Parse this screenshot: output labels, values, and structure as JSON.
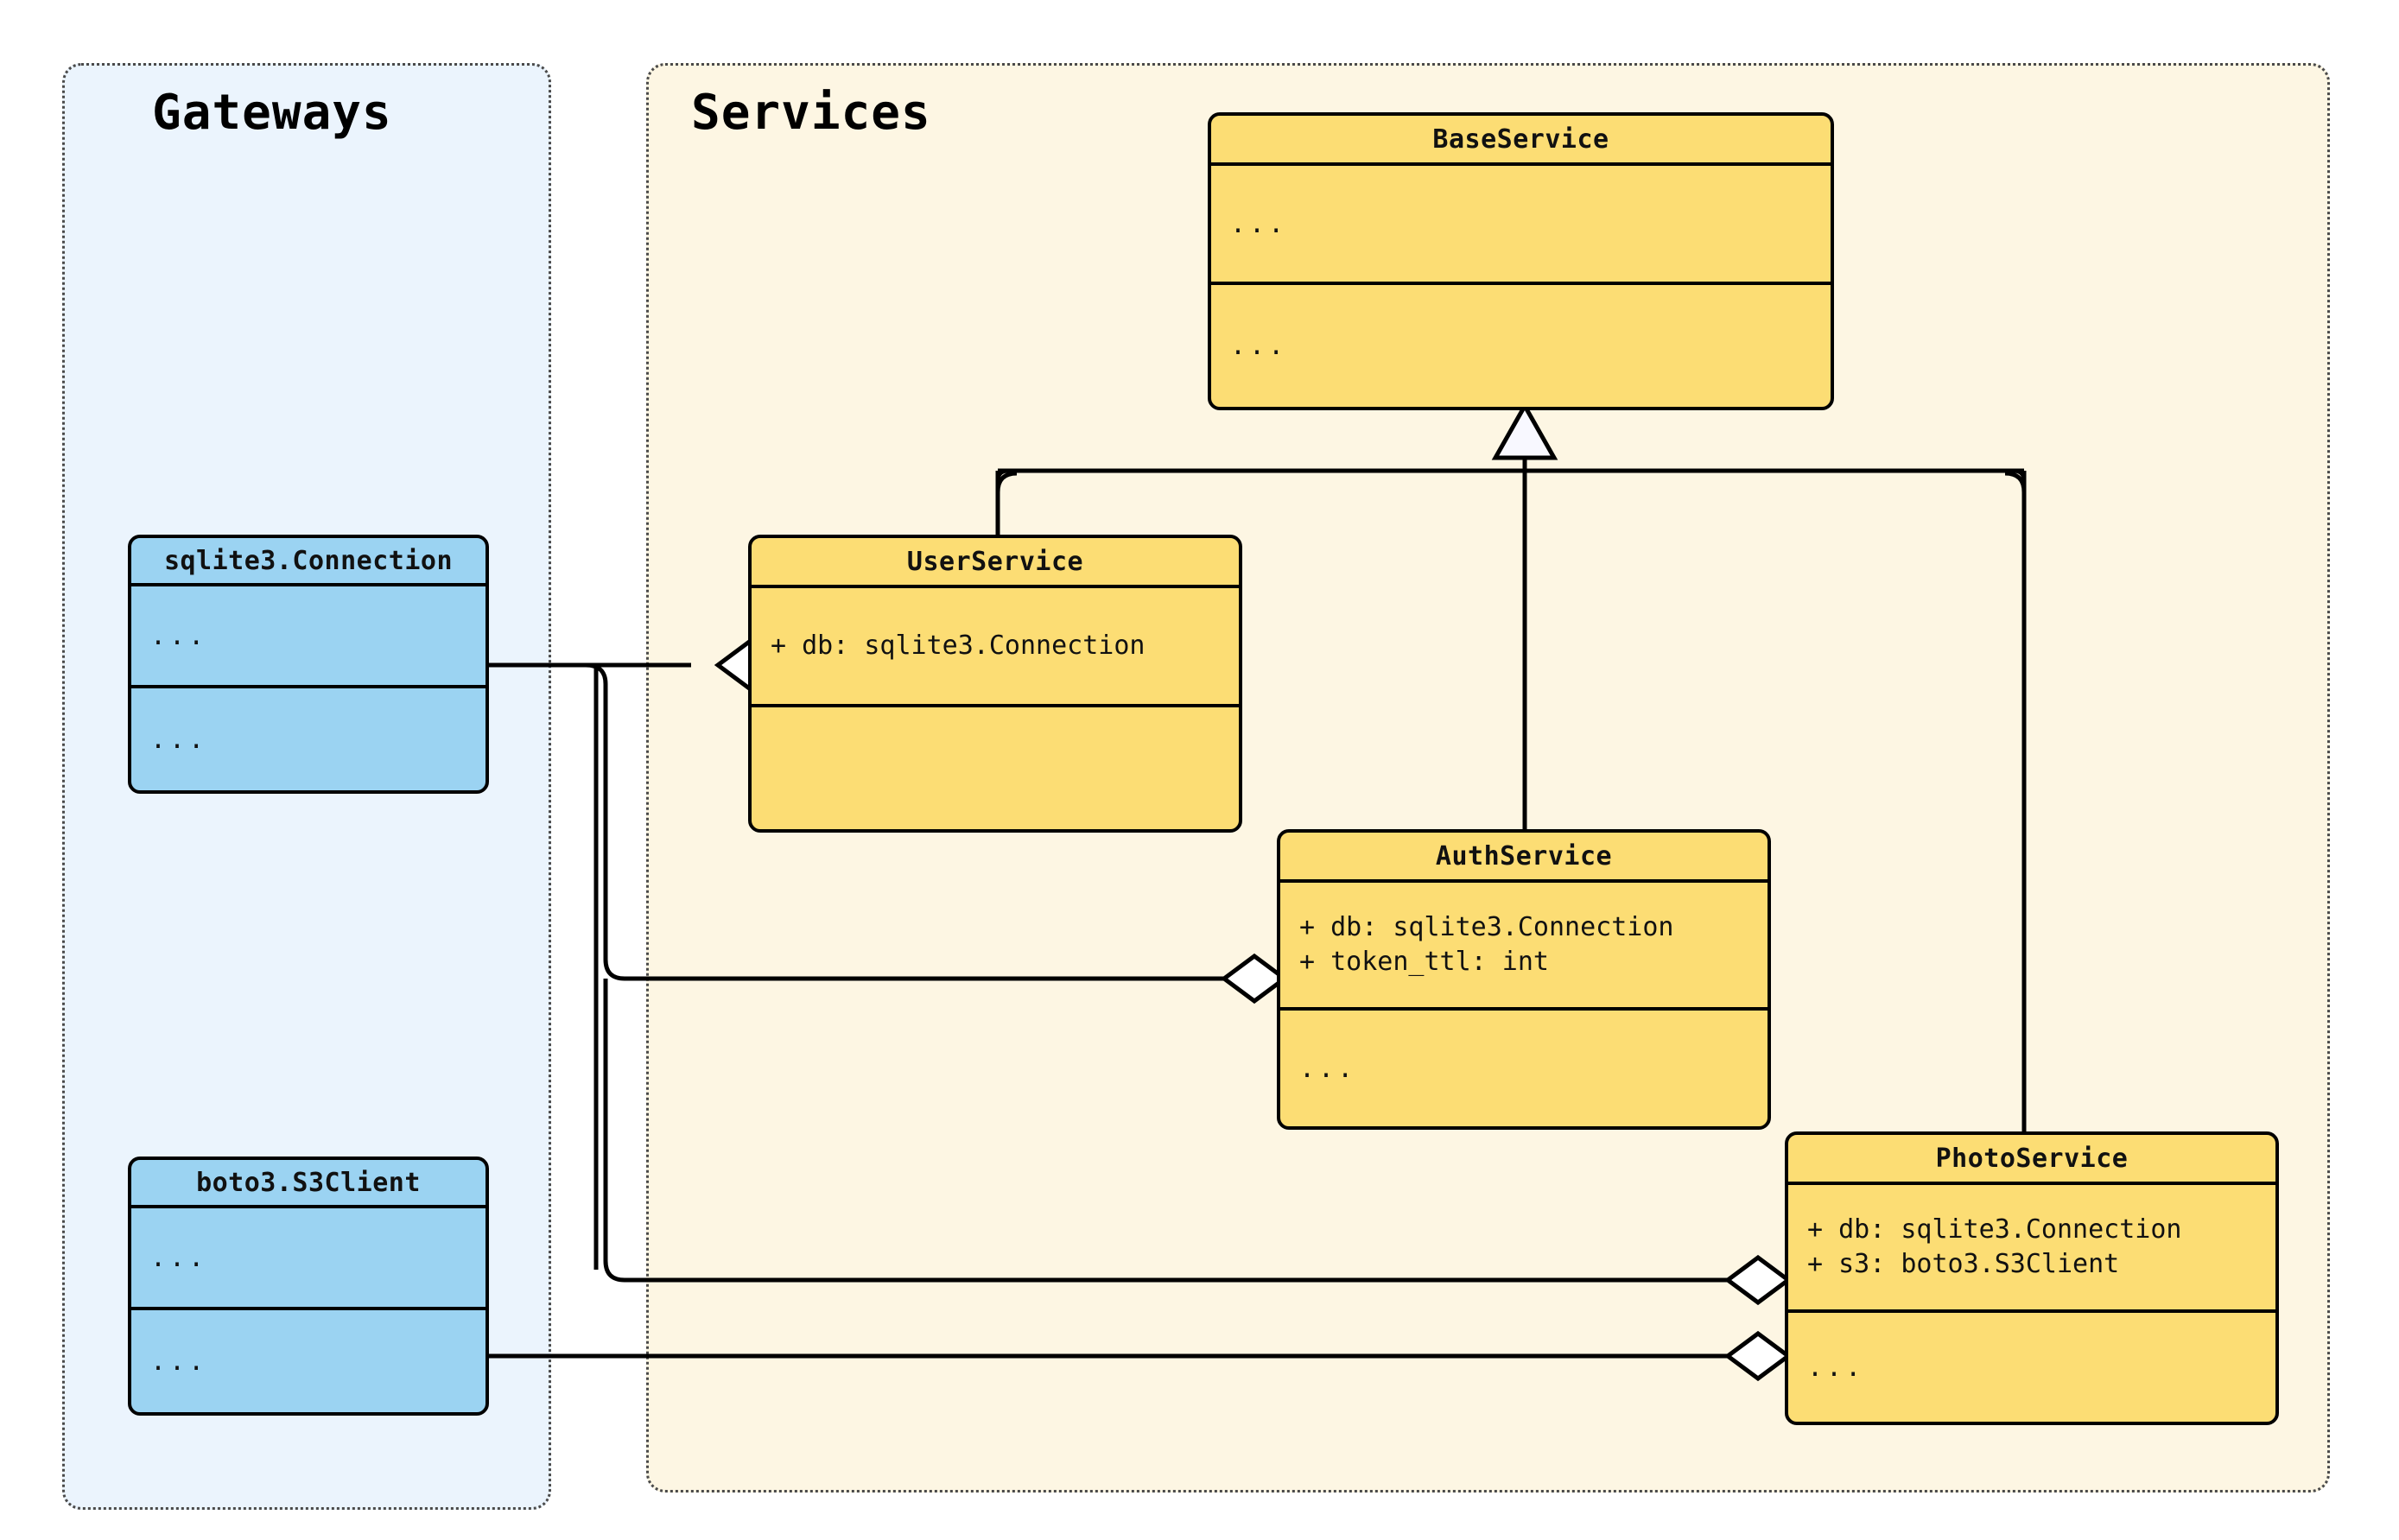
{
  "diagram": {
    "type": "uml-class-diagram",
    "packages": [
      {
        "id": "gateways",
        "title": "Gateways",
        "fill": "#ebf4fd",
        "border": "#4a4a4a"
      },
      {
        "id": "services",
        "title": "Services",
        "fill": "#fdf6e3",
        "border": "#4a4a4a"
      }
    ],
    "colors": {
      "gateway_node_fill": "#9bd3f2",
      "service_node_fill": "#fcdd74",
      "node_stroke": "#000000",
      "gateways_panel": "#ebf4fd",
      "services_panel": "#fdf6e3"
    },
    "nodes": [
      {
        "id": "sqlite3_connection",
        "name": "sqlite3.Connection",
        "package": "gateways",
        "attributes": [
          "..."
        ],
        "methods": [
          "..."
        ]
      },
      {
        "id": "boto3_s3client",
        "name": "boto3.S3Client",
        "package": "gateways",
        "attributes": [
          "..."
        ],
        "methods": [
          "..."
        ]
      },
      {
        "id": "baseservice",
        "name": "BaseService",
        "package": "services",
        "attributes": [
          "..."
        ],
        "methods": [
          "..."
        ]
      },
      {
        "id": "userservice",
        "name": "UserService",
        "package": "services",
        "attributes": [
          "+ db: sqlite3.Connection"
        ],
        "methods": [
          ""
        ]
      },
      {
        "id": "authservice",
        "name": "AuthService",
        "package": "services",
        "attributes": [
          "+ db: sqlite3.Connection",
          "+ token_ttl: int"
        ],
        "methods": [
          "..."
        ]
      },
      {
        "id": "photoservice",
        "name": "PhotoService",
        "package": "services",
        "attributes": [
          "+ db: sqlite3.Connection",
          "+ s3: boto3.S3Client"
        ],
        "methods": [
          "..."
        ]
      }
    ],
    "relations": [
      {
        "kind": "inheritance",
        "from": "userservice",
        "to": "baseservice"
      },
      {
        "kind": "inheritance",
        "from": "authservice",
        "to": "baseservice"
      },
      {
        "kind": "inheritance",
        "from": "photoservice",
        "to": "baseservice"
      },
      {
        "kind": "aggregation",
        "from": "sqlite3_connection",
        "to": "userservice"
      },
      {
        "kind": "aggregation",
        "from": "sqlite3_connection",
        "to": "authservice"
      },
      {
        "kind": "aggregation",
        "from": "sqlite3_connection",
        "to": "photoservice"
      },
      {
        "kind": "aggregation",
        "from": "boto3_s3client",
        "to": "photoservice"
      }
    ]
  }
}
